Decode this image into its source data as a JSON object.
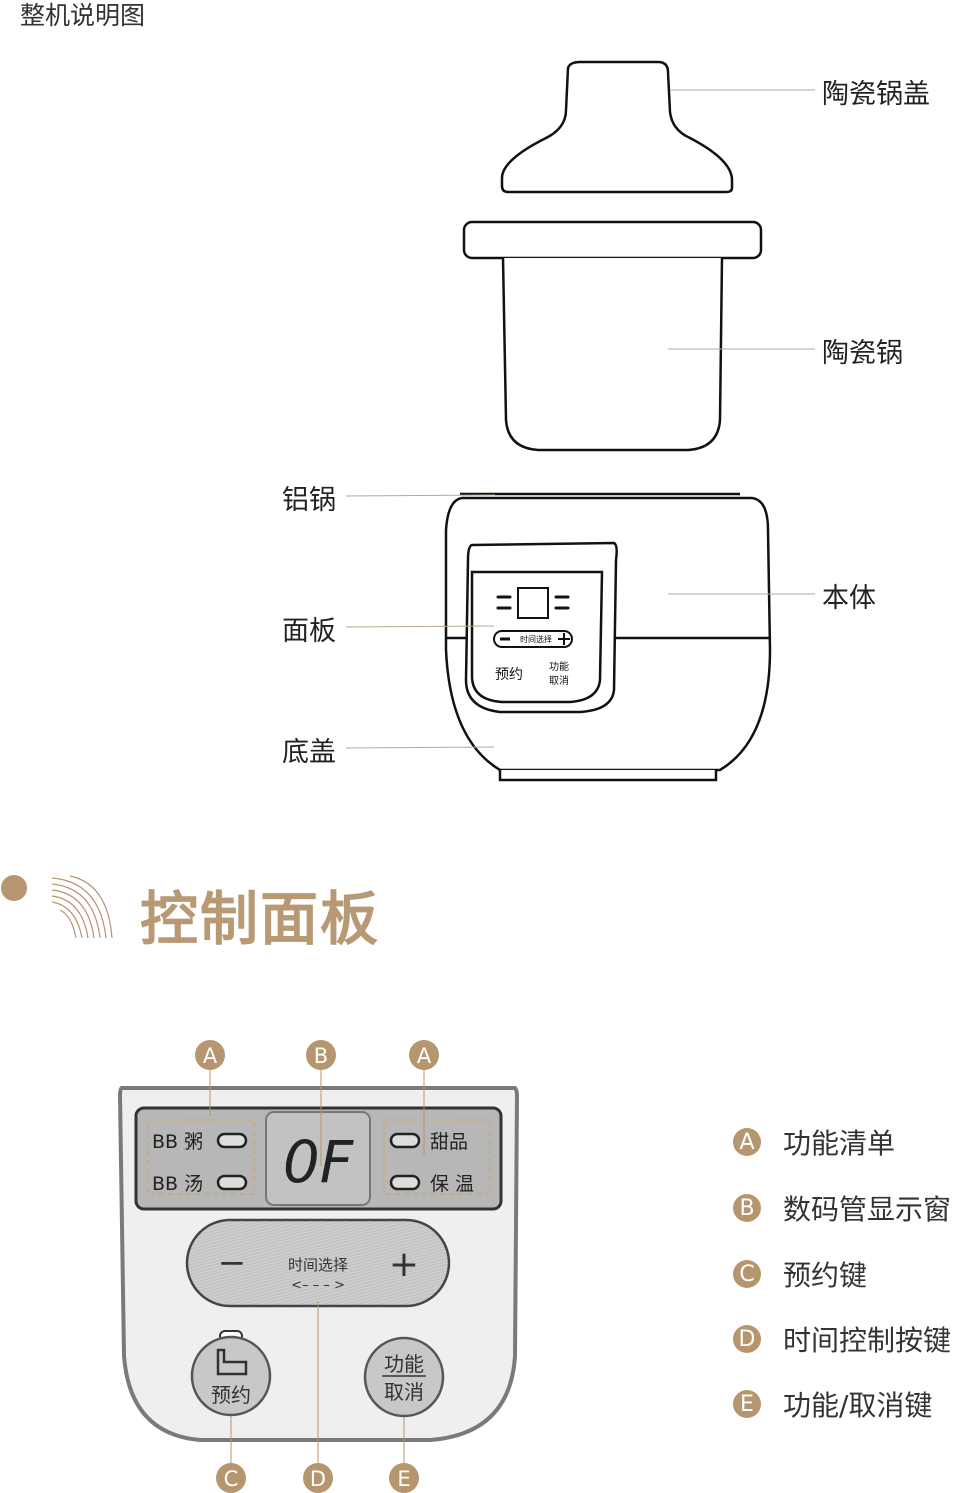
{
  "caption": "整机说明图",
  "parts": {
    "lid": "陶瓷锅盖",
    "pot": "陶瓷锅",
    "body": "本体",
    "aluminum_pot": "铝锅",
    "panel": "面板",
    "bottom_cover": "底盖"
  },
  "small_panel": {
    "time_select": "时间选择",
    "reserve": "预约",
    "function": "功能",
    "cancel": "取消"
  },
  "section": {
    "title": "控制面板"
  },
  "control_panel": {
    "left_modes": [
      "BB 粥",
      "BB 汤"
    ],
    "right_modes": [
      "甜品",
      "保 温"
    ],
    "display": "0F",
    "time_select": "时间选择",
    "minus": "−",
    "plus": "+",
    "reserve": "预约",
    "function": "功能",
    "cancel": "取消",
    "markers": {
      "a": "A",
      "b": "B",
      "c": "C",
      "d": "D",
      "e": "E"
    }
  },
  "legend": [
    {
      "key": "A",
      "label": "功能清单"
    },
    {
      "key": "B",
      "label": "数码管显示窗"
    },
    {
      "key": "C",
      "label": "预约键"
    },
    {
      "key": "D",
      "label": "时间控制按键"
    },
    {
      "key": "E",
      "label": "功能/取消键"
    }
  ],
  "colors": {
    "accent": "#b5966e",
    "title": "#b79a74",
    "panel_gray": "#b7b7b7"
  }
}
